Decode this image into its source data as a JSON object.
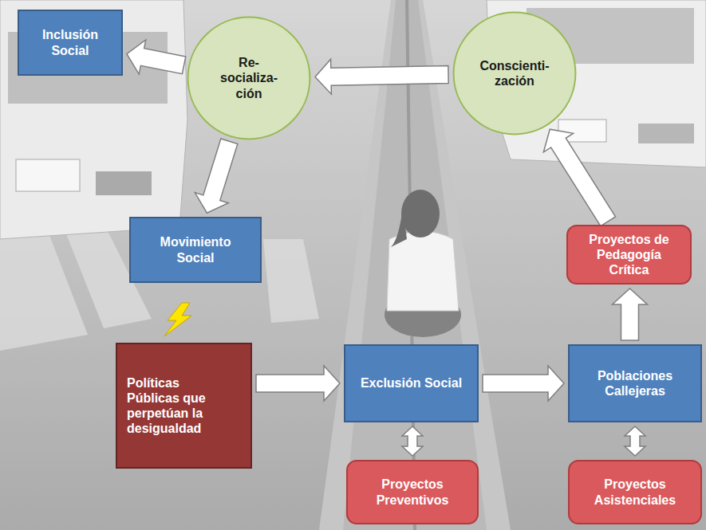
{
  "diagram": {
    "nodes": [
      {
        "text": [
          "Inclusión Social"
        ]
      },
      {
        "text": [
          "Re- socializa- ción"
        ]
      },
      {
        "text": [
          "Conscienti- zación"
        ]
      },
      {
        "text": [
          "Movimiento Social"
        ]
      },
      {
        "text": [
          "Proyectos de Pedagogía Crítica"
        ]
      },
      {
        "text": [
          "Políticas Públicas que perpetúan la desigualdad"
        ]
      },
      {
        "text": [
          "Exclusión Social"
        ]
      },
      {
        "text": [
          "Poblaciones Callejeras"
        ]
      },
      {
        "text": [
          "Proyectos Preventivos"
        ]
      },
      {
        "text": [
          "Proyectos Asistenciales"
        ]
      }
    ],
    "edges": [
      {
        "from": 1,
        "to": 0,
        "arrow": "to"
      },
      {
        "from": 2,
        "to": 1,
        "arrow": "to"
      },
      {
        "from": 1,
        "to": 3,
        "arrow": "to"
      },
      {
        "from": 5,
        "to": 6,
        "arrow": "to"
      },
      {
        "from": 6,
        "to": 7,
        "arrow": "to"
      },
      {
        "from": 7,
        "to": 4,
        "arrow": "to"
      },
      {
        "from": 4,
        "to": 2,
        "arrow": "to"
      },
      {
        "from": 6,
        "to": 8,
        "arrow": "both"
      },
      {
        "from": 7,
        "to": 9,
        "arrow": "both"
      }
    ]
  }
}
